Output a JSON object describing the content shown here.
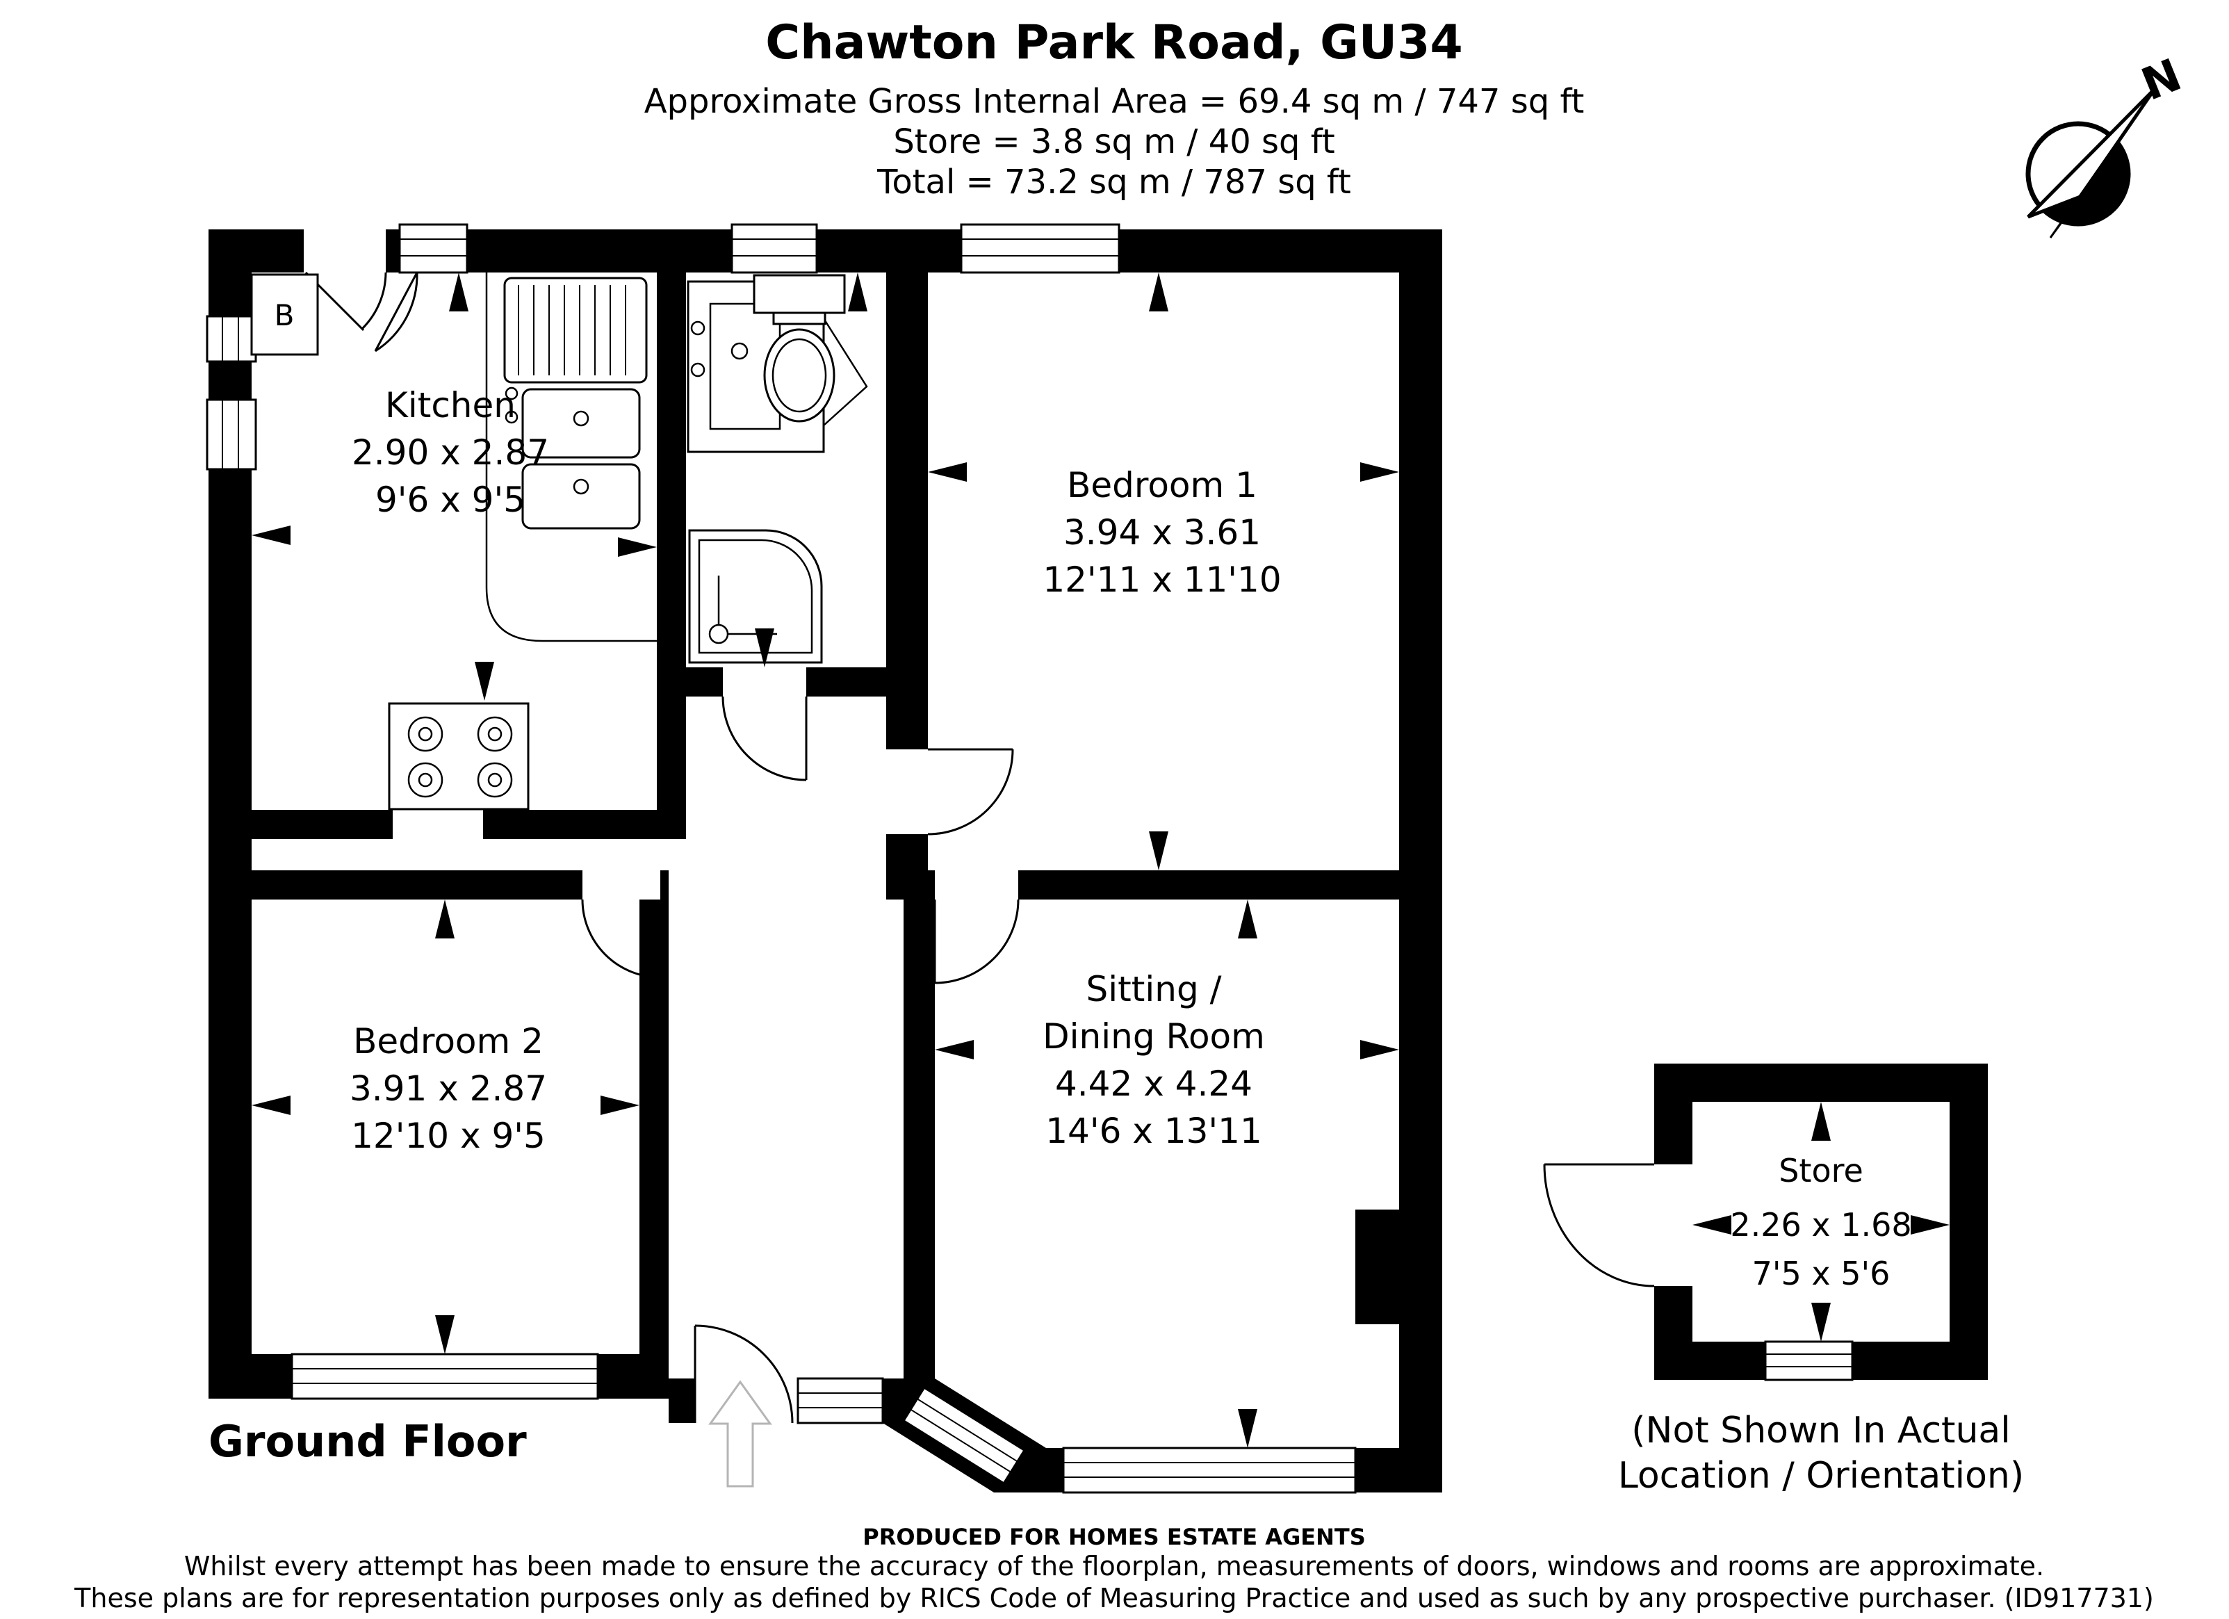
{
  "title": "Chawton Park Road, GU34",
  "summary": {
    "line1": "Approximate Gross Internal Area = 69.4 sq m / 747 sq ft",
    "line2": "Store = 3.8 sq m / 40 sq ft",
    "line3": "Total = 73.2 sq m / 787 sq ft"
  },
  "floor_label": "Ground Floor",
  "compass_label": "N",
  "boiler_label": "B",
  "rooms": {
    "kitchen": {
      "name": "Kitchen",
      "dims_m": "2.90 x 2.87",
      "dims_ft": "9'6 x 9'5"
    },
    "bedroom1": {
      "name": "Bedroom 1",
      "dims_m": "3.94 x 3.61",
      "dims_ft": "12'11 x 11'10"
    },
    "bedroom2": {
      "name": "Bedroom 2",
      "dims_m": "3.91 x 2.87",
      "dims_ft": "12'10 x 9'5"
    },
    "sitting": {
      "name_line1": "Sitting /",
      "name_line2": "Dining Room",
      "dims_m": "4.42 x 4.24",
      "dims_ft": "14'6 x 13'11"
    },
    "store": {
      "name": "Store",
      "dims_m": "2.26 x 1.68",
      "dims_ft": "7'5 x 5'6",
      "note_line1": "(Not Shown In Actual",
      "note_line2": "Location / Orientation)"
    }
  },
  "footer": {
    "produced_for": "PRODUCED FOR HOMES ESTATE AGENTS",
    "disclaimer1": "Whilst every attempt has been made to ensure the accuracy of the floorplan, measurements of doors, windows and rooms are approximate.",
    "disclaimer2": "These plans are for representation purposes only as defined by RICS Code of Measuring Practice and used as such by any prospective purchaser. (ID917731)"
  }
}
